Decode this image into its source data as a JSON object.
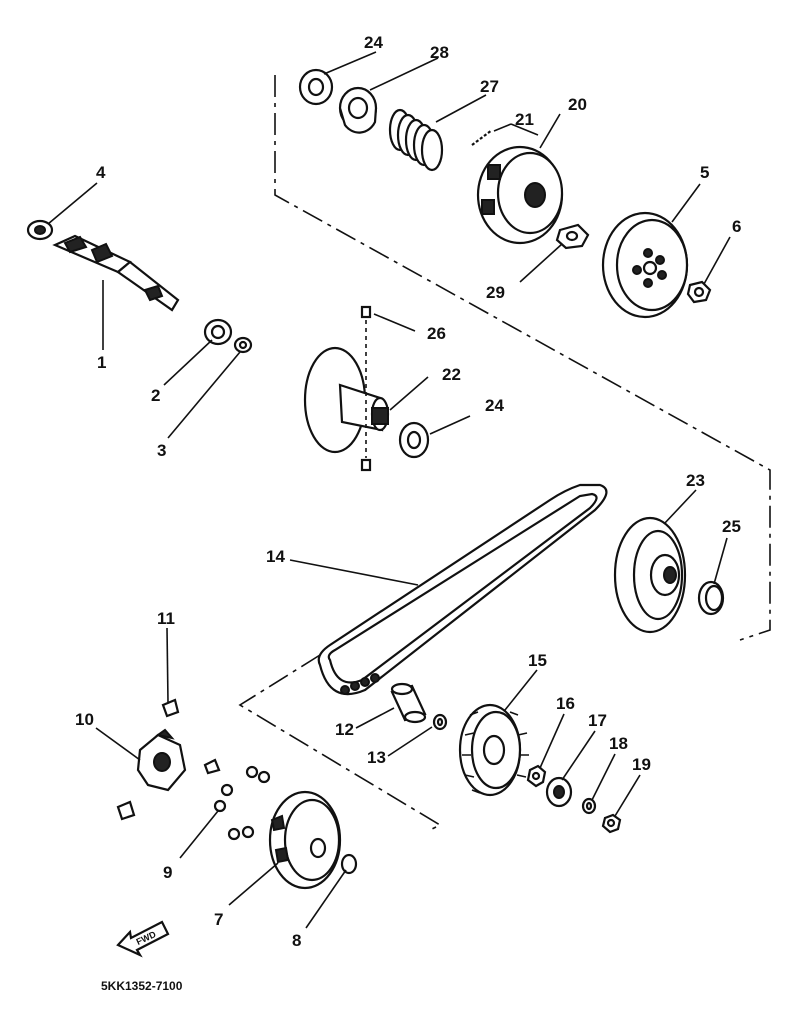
{
  "callouts": [
    "1",
    "2",
    "3",
    "4",
    "5",
    "6",
    "7",
    "8",
    "9",
    "10",
    "11",
    "12",
    "13",
    "14",
    "15",
    "16",
    "17",
    "18",
    "19",
    "20",
    "21",
    "22",
    "23",
    "24",
    "24",
    "25",
    "26",
    "27",
    "28",
    "29"
  ],
  "arrow_label": "FWD",
  "diagram_code": "5KK1352-7100"
}
